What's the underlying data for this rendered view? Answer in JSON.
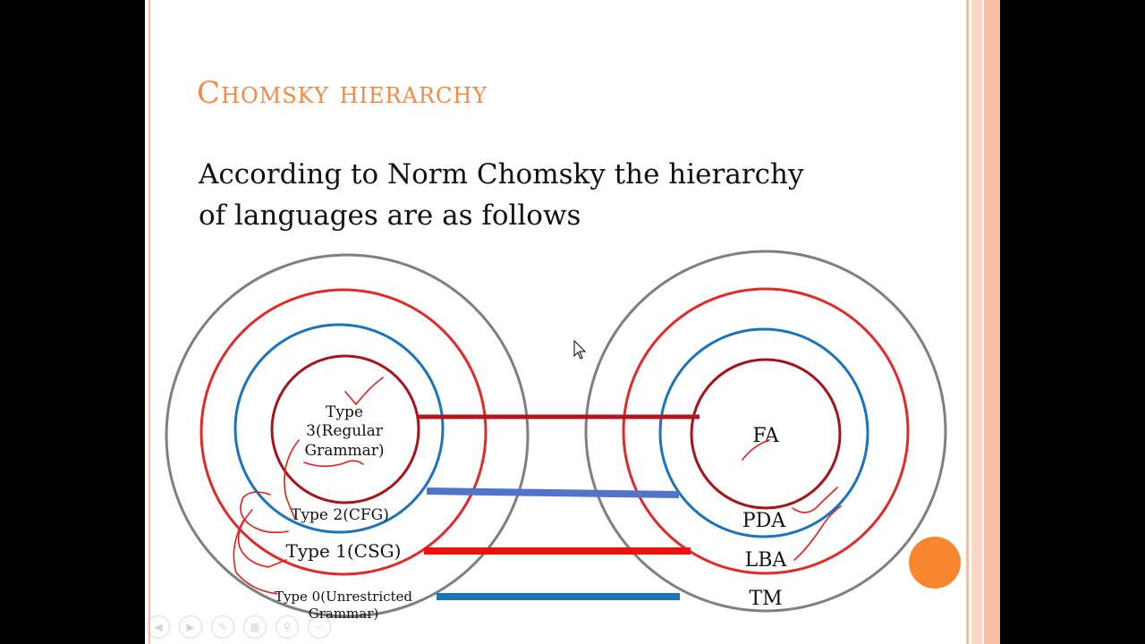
{
  "slide": {
    "title": "Chomsky hierarchy",
    "body_line1": "According to Norm Chomsky the hierarchy",
    "body_line2": "of languages are as follows"
  },
  "diagram": {
    "grammar_labels": {
      "type3_line1": "Type",
      "type3_line2": "3(Regular",
      "type3_line3": "Grammar)",
      "type2": "Type 2(CFG)",
      "type1": "Type 1(CSG)",
      "type0_line1": "Type 0(Unrestricted",
      "type0_line2": "Grammar)"
    },
    "automata_labels": {
      "fa": "FA",
      "pda": "PDA",
      "lba": "LBA",
      "tm": "TM"
    }
  },
  "colors": {
    "title": "#f28a46",
    "gray_ring": "#7e7e84",
    "red_ring": "#e02a2a",
    "blue_ring": "#1b73b9",
    "dark_red_ring": "#a3141b",
    "pointer_dot": "#f8862f",
    "stripe_light": "#fbd8c6",
    "stripe_mid": "#f7bea3"
  },
  "toolbar": {
    "icons": [
      "prev-icon",
      "next-icon",
      "pen-icon",
      "slides-icon",
      "zoom-icon",
      "menu-icon"
    ]
  }
}
